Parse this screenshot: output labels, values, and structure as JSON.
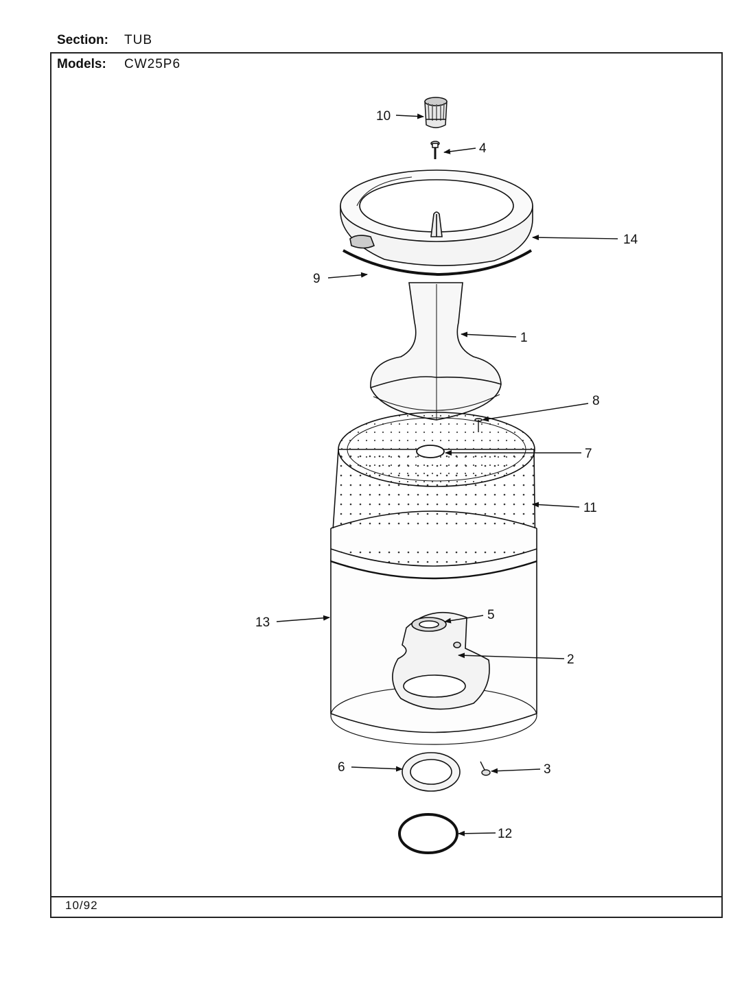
{
  "header": {
    "section_label": "Section:",
    "section_value": "TUB",
    "models_label": "Models:",
    "models_value": "CW25P6"
  },
  "footer": {
    "date": "10/92"
  },
  "callouts": {
    "c1": "1",
    "c2": "2",
    "c3": "3",
    "c4": "4",
    "c5": "5",
    "c6": "6",
    "c7": "7",
    "c8": "8",
    "c9": "9",
    "c10": "10",
    "c11": "11",
    "c12": "12",
    "c13": "13",
    "c14": "14"
  }
}
